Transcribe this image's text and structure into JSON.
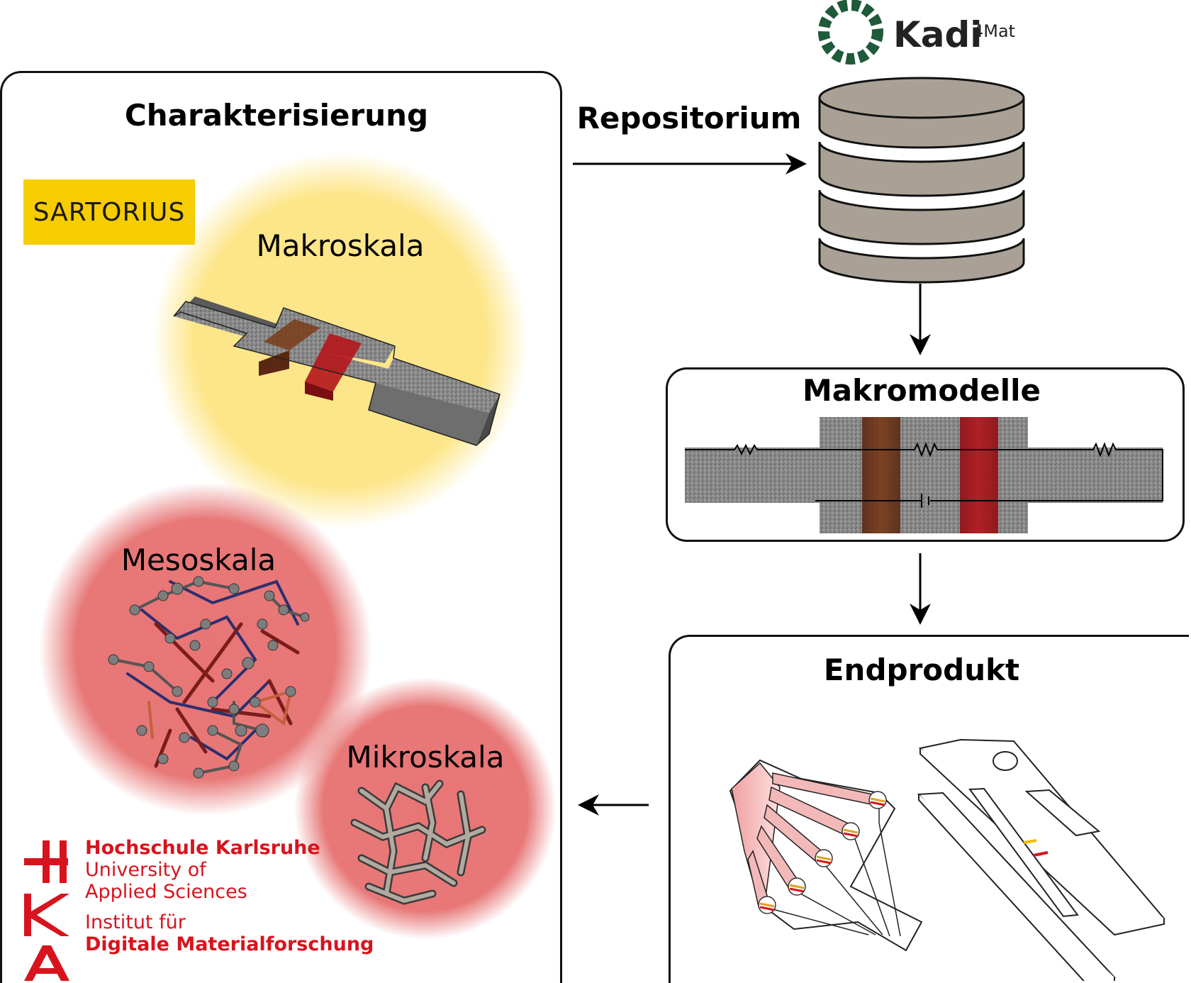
{
  "panels": {
    "characterization": {
      "title": "Charakterisierung"
    },
    "macromodels": {
      "title": "Makromodelle"
    },
    "endproduct": {
      "title": "Endprodukt"
    }
  },
  "labels": {
    "repository": "Repositorium",
    "macroscale": "Makroskala",
    "mesoscale": "Mesoskala",
    "microscale": "Mikroskala"
  },
  "logos": {
    "sartorius": "SARTORIUS",
    "kadi_word": "Kadi",
    "kadi_sup": "4Mat",
    "hka_letters": [
      "H",
      "K",
      "A"
    ],
    "hka_line1": "Hochschule Karlsruhe",
    "hka_line2": "University of",
    "hka_line3": "Applied Sciences",
    "hka_line4": "Institut für",
    "hka_line5": "Digitale Materialforschung"
  },
  "colors": {
    "macro_glow": "#fde87a",
    "meso_glow": "#e87a7a",
    "hka_red": "#d7141e",
    "sartorius_yellow": "#f6cd00",
    "kadi_green": "#1f5a3a",
    "database": "#a9a195"
  }
}
